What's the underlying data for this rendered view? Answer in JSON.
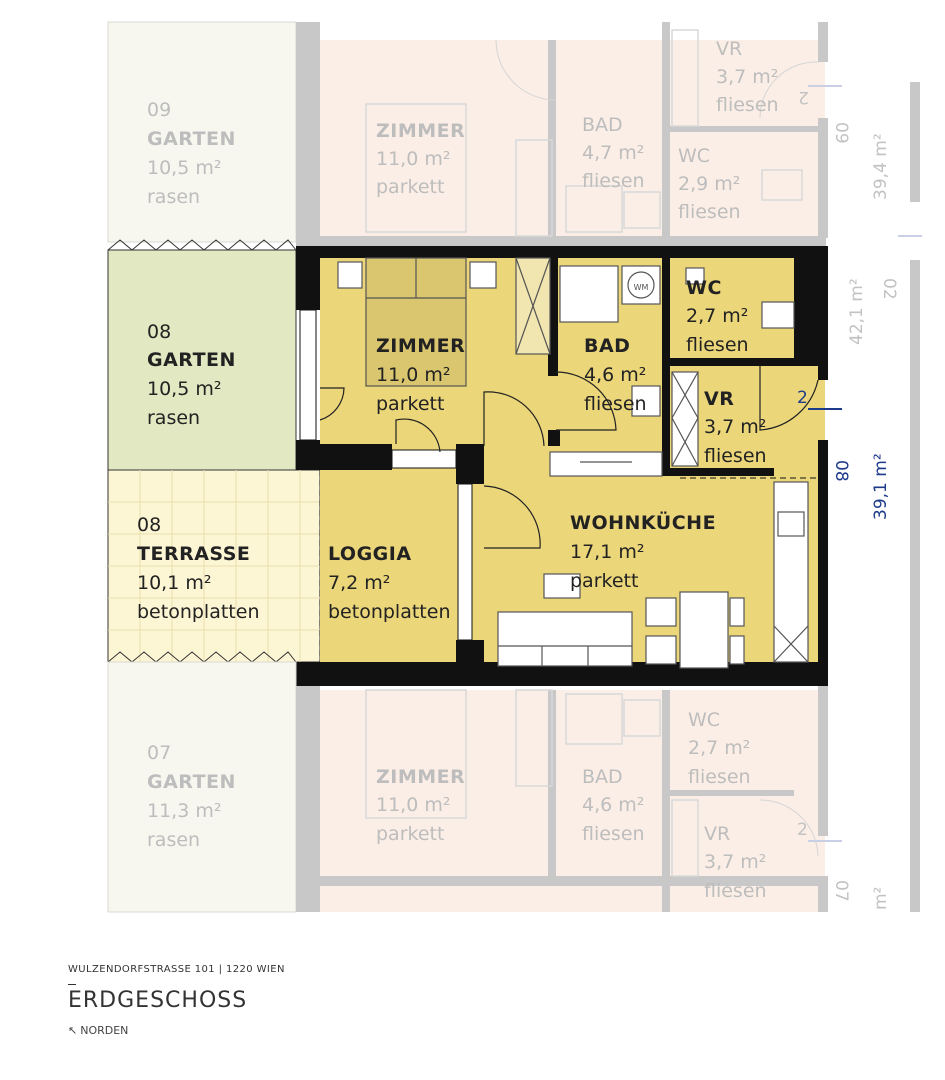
{
  "project": {
    "address": "WULZENDORFSTRASSE 101 | 1220 WIEN",
    "floor": "ERDGESCHOSS",
    "north": "NORDEN"
  },
  "colors": {
    "unit": "#ebd67a",
    "garden": "#e2e8c1",
    "terrace": "#fdf6d5",
    "faded_unit": "#fbeee6",
    "faded_garden": "#f7f7f0",
    "wall": "#111111",
    "faded_wall": "#c8c8c8",
    "unit_number": "#1e3a8a"
  },
  "top_unit": {
    "garden": {
      "nr": "09",
      "name": "GARTEN",
      "area": "10,5 m²",
      "finish": "rasen"
    },
    "zimmer": {
      "name": "ZIMMER",
      "area": "11,0 m²",
      "finish": "parkett"
    },
    "bad": {
      "name": "BAD",
      "area": "4,7 m²",
      "finish": "fliesen"
    },
    "vr": {
      "name": "VR",
      "area": "3,7 m²",
      "finish": "fliesen"
    },
    "wc": {
      "name": "WC",
      "area": "2,9 m²",
      "finish": "fliesen"
    },
    "door_nr": "2",
    "side_nr": "09",
    "side_area": "39,4 m²"
  },
  "main_unit": {
    "garden": {
      "nr": "08",
      "name": "GARTEN",
      "area": "10,5 m²",
      "finish": "rasen"
    },
    "terrace": {
      "nr": "08",
      "name": "TERRASSE",
      "area": "10,1 m²",
      "finish": "betonplatten"
    },
    "loggia": {
      "name": "LOGGIA",
      "area": "7,2 m²",
      "finish": "betonplatten"
    },
    "zimmer": {
      "name": "ZIMMER",
      "area": "11,0 m²",
      "finish": "parkett"
    },
    "bad": {
      "name": "BAD",
      "area": "4,6 m²",
      "finish": "fliesen"
    },
    "wc": {
      "name": "WC",
      "area": "2,7 m²",
      "finish": "fliesen"
    },
    "vr": {
      "name": "VR",
      "area": "3,7 m²",
      "finish": "fliesen"
    },
    "kitchen": {
      "name": "WOHNKÜCHE",
      "area": "17,1 m²",
      "finish": "parkett"
    },
    "door_nr": "2",
    "side_nr": "08",
    "side_area": "39,1 m²",
    "side_prev_area": "42,1 m²",
    "side_prev_nr": "02"
  },
  "bottom_unit": {
    "garden": {
      "nr": "07",
      "name": "GARTEN",
      "area": "11,3 m²",
      "finish": "rasen"
    },
    "zimmer": {
      "name": "ZIMMER",
      "area": "11,0 m²",
      "finish": "parkett"
    },
    "bad": {
      "name": "BAD",
      "area": "4,6 m²",
      "finish": "fliesen"
    },
    "wc": {
      "name": "WC",
      "area": "2,7 m²",
      "finish": "fliesen"
    },
    "vr": {
      "name": "VR",
      "area": "3,7 m²",
      "finish": "fliesen"
    },
    "door_nr": "2",
    "side_nr": "07",
    "side_area": "m²"
  },
  "fixtures": {
    "washer": "WM"
  }
}
